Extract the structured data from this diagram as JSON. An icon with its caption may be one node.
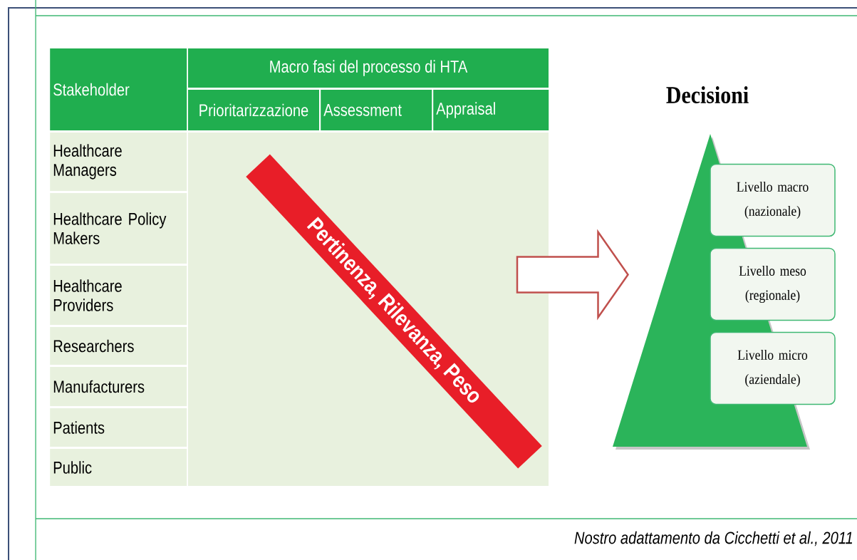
{
  "diagram": {
    "nodes": [
      {
        "text": [
          "Pertinenza, Rilevanza, Peso"
        ]
      },
      {
        "text": [
          "Decisioni"
        ]
      },
      {
        "text": [
          "Livello macro (nazionale)"
        ]
      },
      {
        "text": [
          "Livello meso (regionale)"
        ]
      },
      {
        "text": [
          "Livello micro (aziendale)"
        ]
      }
    ],
    "edges": [
      {
        "from": 0,
        "to": 1,
        "arrow": "to",
        "color": "#c0504d"
      }
    ],
    "labels": [
      "Stakeholder",
      "Macro fasi del processo di HTA",
      "Prioritarizzazione",
      "Assessment",
      "Appraisal",
      "Healthcare Managers",
      "Healthcare Policy Makers",
      "Healthcare Providers",
      "Researchers",
      "Manufacturers",
      "Patients",
      "Public"
    ],
    "caption": "Nostro adattamento da Cicchetti et al., 2011"
  }
}
